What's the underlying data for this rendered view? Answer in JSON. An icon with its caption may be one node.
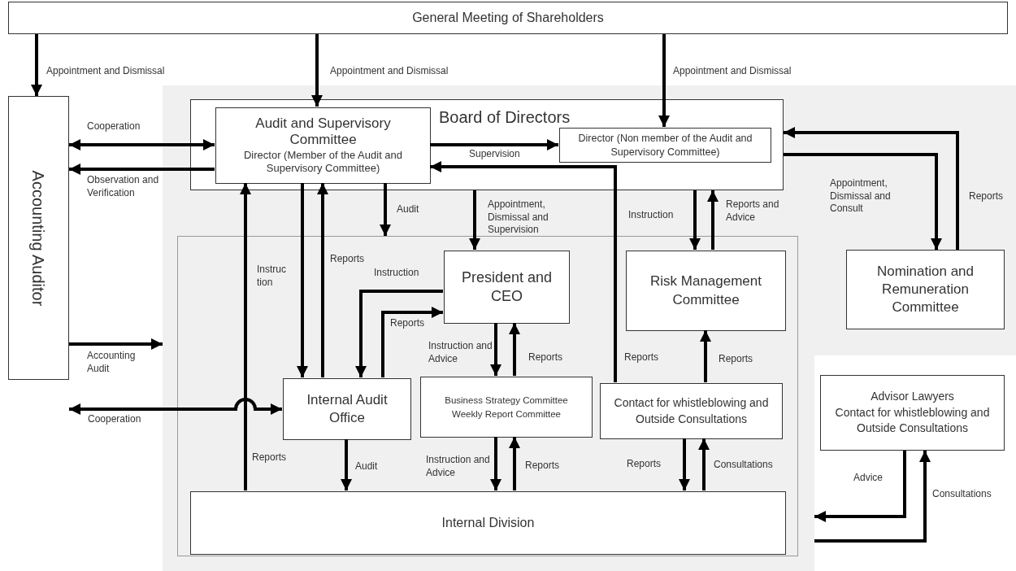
{
  "diagram": {
    "nodes": [
      {
        "text": [
          "General Meeting of Shareholders"
        ]
      },
      {
        "text": [
          "Accounting Auditor"
        ]
      },
      {
        "text": [],
        "shape": "box"
      },
      {
        "text": [
          "Board of Directors"
        ],
        "in": 2
      },
      {
        "text": [
          "Audit and Supervisory Committee",
          "Director (Member of the Audit and Supervisory Committee)"
        ],
        "in": 3
      },
      {
        "text": [
          "Director (Non member of the Audit and Supervisory Committee)"
        ],
        "in": 3
      },
      {
        "text": [],
        "shape": "box",
        "in": 2
      },
      {
        "text": [
          "President and CEO"
        ],
        "in": 6
      },
      {
        "text": [
          "Risk Management Committee"
        ],
        "in": 6
      },
      {
        "text": [
          "Nomination and Remuneration Committee"
        ]
      },
      {
        "text": [
          "Internal Audit Office"
        ],
        "in": 6
      },
      {
        "text": [
          "Business Strategy Committee",
          "Weekly Report Committee"
        ],
        "in": 6
      },
      {
        "text": [
          "Contact for whistleblowing and Outside Consultations"
        ],
        "in": 6
      },
      {
        "text": [
          "Advisor Lawyers",
          "Contact for whistleblowing and Outside Consultations"
        ]
      },
      {
        "text": [
          "Internal Division"
        ],
        "in": 6
      }
    ],
    "edges": [
      {
        "from": 0,
        "to": 1,
        "arrow": "to",
        "label": "Appointment and Dismissal"
      },
      {
        "from": 0,
        "to": 4,
        "arrow": "to",
        "label": "Appointment and Dismissal"
      },
      {
        "from": 0,
        "to": 5,
        "arrow": "to",
        "label": "Appointment and Dismissal"
      },
      {
        "from": 1,
        "to": 4,
        "arrow": "both",
        "label": "Cooperation"
      },
      {
        "from": 4,
        "to": 1,
        "arrow": "to",
        "label": "Observation and Verification"
      },
      {
        "from": 4,
        "to": 5,
        "arrow": "to",
        "label": "Supervision"
      },
      {
        "from": 12,
        "to": 4,
        "arrow": "to",
        "label": "Reports"
      },
      {
        "from": 4,
        "to": 6,
        "arrow": "to",
        "label": "Audit"
      },
      {
        "from": 3,
        "to": 7,
        "arrow": "to",
        "label": "Appointment, Dismissal and Supervision"
      },
      {
        "from": 3,
        "to": 8,
        "arrow": "to",
        "label": "Instruction"
      },
      {
        "from": 8,
        "to": 3,
        "arrow": "to",
        "label": "Reports and Advice"
      },
      {
        "from": 3,
        "to": 9,
        "arrow": "to",
        "label": "Appointment, Dismissal and Consult"
      },
      {
        "from": 9,
        "to": 3,
        "arrow": "to",
        "label": "Reports"
      },
      {
        "from": 4,
        "to": 10,
        "arrow": "to",
        "label": "Instruc tion"
      },
      {
        "from": 10,
        "to": 4,
        "arrow": "to",
        "label": "Reports"
      },
      {
        "from": 14,
        "to": 4,
        "arrow": "to",
        "label": "Reports"
      },
      {
        "from": 7,
        "to": 10,
        "arrow": "to",
        "label": "Instruction"
      },
      {
        "from": 10,
        "to": 7,
        "arrow": "to",
        "label": "Reports"
      },
      {
        "from": 7,
        "to": 11,
        "arrow": "to",
        "label": "Instruction and Advice"
      },
      {
        "from": 11,
        "to": 7,
        "arrow": "to",
        "label": "Reports"
      },
      {
        "from": 12,
        "to": 8,
        "arrow": "to",
        "label": "Reports"
      },
      {
        "from": 10,
        "to": 14,
        "arrow": "to",
        "label": "Audit"
      },
      {
        "from": 11,
        "to": 14,
        "arrow": "to",
        "label": "Instruction and Advice"
      },
      {
        "from": 14,
        "to": 11,
        "arrow": "to",
        "label": "Reports"
      },
      {
        "from": 12,
        "to": 14,
        "arrow": "to",
        "label": "Reports"
      },
      {
        "from": 14,
        "to": 12,
        "arrow": "to",
        "label": "Consultations"
      },
      {
        "from": 1,
        "to": 10,
        "arrow": "both",
        "label": "Cooperation"
      },
      {
        "from": 1,
        "to": 2,
        "arrow": "to",
        "label": "Accounting Audit"
      },
      {
        "from": 13,
        "to": 2,
        "arrow": "to",
        "label": "Advice"
      },
      {
        "from": 2,
        "to": 13,
        "arrow": "to",
        "label": "Consultations"
      }
    ]
  }
}
